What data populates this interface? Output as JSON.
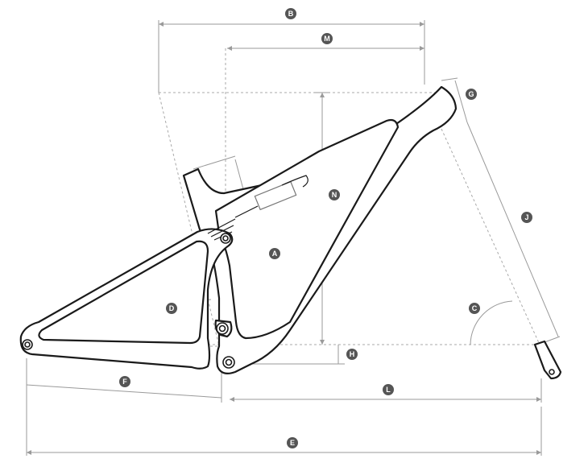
{
  "dimensions": [
    {
      "id": "A",
      "label": "A"
    },
    {
      "id": "B",
      "label": "B"
    },
    {
      "id": "C",
      "label": "C"
    },
    {
      "id": "D",
      "label": "D"
    },
    {
      "id": "E",
      "label": "E"
    },
    {
      "id": "F",
      "label": "F"
    },
    {
      "id": "G",
      "label": "G"
    },
    {
      "id": "H",
      "label": "H"
    },
    {
      "id": "J",
      "label": "J"
    },
    {
      "id": "L",
      "label": "L"
    },
    {
      "id": "M",
      "label": "M"
    },
    {
      "id": "N",
      "label": "N"
    }
  ],
  "colors": {
    "frame_stroke": "#1a1a1a",
    "dimension_line": "#9a9a9a",
    "badge_fill": "#555555",
    "badge_text": "#ffffff"
  }
}
